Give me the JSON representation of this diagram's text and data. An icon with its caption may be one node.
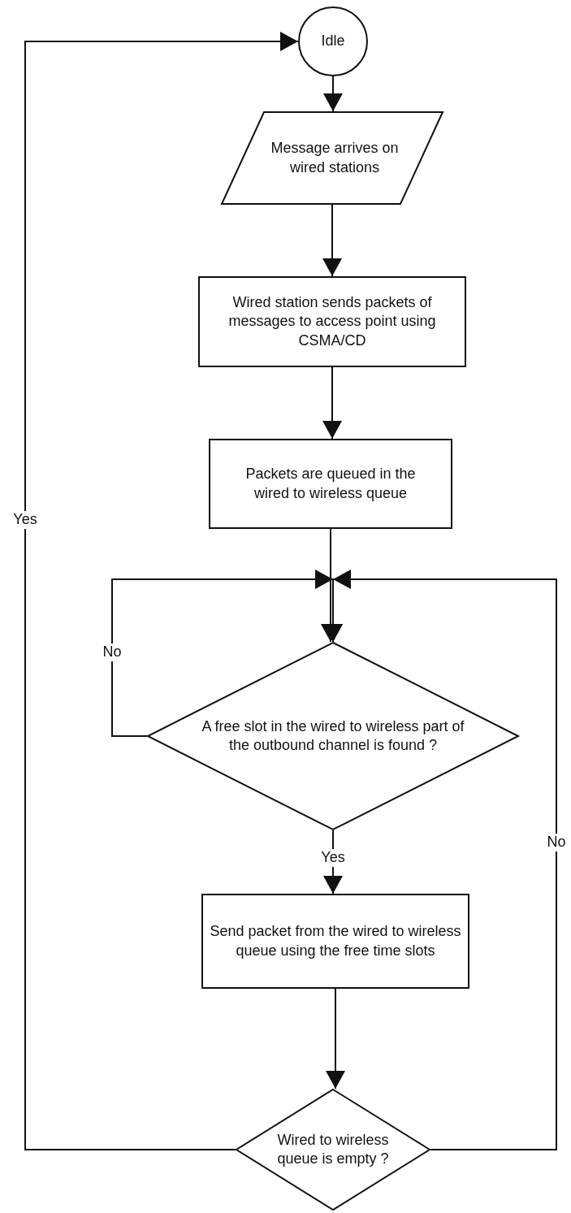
{
  "diagram": {
    "nodes": [
      {
        "text": [
          "Idle"
        ]
      },
      {
        "text": [
          "Message arrives on wired stations"
        ]
      },
      {
        "text": [
          "Wired station sends packets of messages to access point using CSMA/CD"
        ]
      },
      {
        "text": [
          "Packets are queued in the wired to wireless queue"
        ]
      },
      {
        "text": [
          "A free slot in the wired to wireless part of the outbound channel is found ?"
        ]
      },
      {
        "text": [
          "Send packet from the wired to wireless queue using the free time slots"
        ]
      },
      {
        "text": [
          "Wired to wireless queue is empty ?"
        ]
      }
    ],
    "edges": [
      {
        "from": 0,
        "to": 1,
        "arrow": "to"
      },
      {
        "from": 1,
        "to": 2,
        "arrow": "to"
      },
      {
        "from": 2,
        "to": 3,
        "arrow": "to"
      },
      {
        "from": 3,
        "to": 4,
        "arrow": "to"
      },
      {
        "from": 4,
        "to": 4,
        "label": "No",
        "arrow": "to"
      },
      {
        "from": 4,
        "to": 5,
        "label": "Yes",
        "arrow": "to"
      },
      {
        "from": 5,
        "to": 6,
        "arrow": "to"
      },
      {
        "from": 6,
        "to": 4,
        "label": "No",
        "arrow": "to"
      },
      {
        "from": 6,
        "to": 0,
        "label": "Yes",
        "arrow": "to"
      }
    ]
  }
}
